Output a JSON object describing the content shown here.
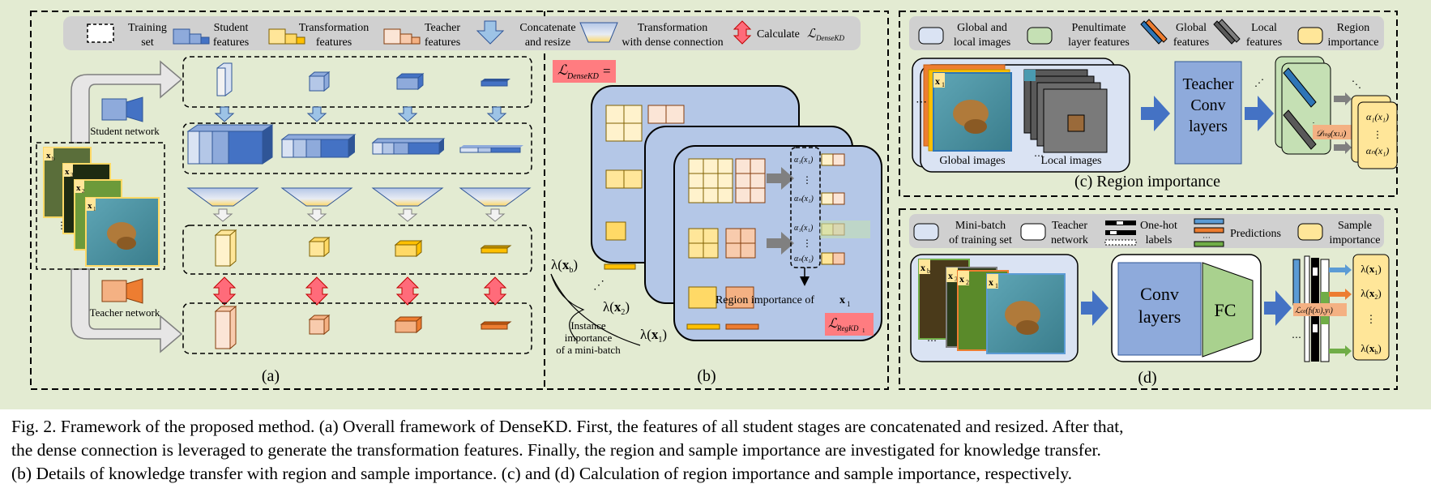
{
  "legend_a": {
    "training_set": "Training set",
    "student_features": "Student features",
    "transformation_features": "Transformation features",
    "teacher_features": "Teacher features",
    "concatenate_resize": "Concatenate and resize",
    "transformation_dense": "Transformation with dense connection",
    "calculate": "Calculate",
    "loss_symbol": "ℒ",
    "loss_sub": "DenseKD"
  },
  "panel_a": {
    "student_network": "Student network",
    "teacher_network": "Teacher network",
    "sample_labels": [
      "x_b",
      "x_3",
      "x_2",
      "x_1"
    ],
    "ellipsis": "⋮",
    "label": "(a)"
  },
  "panel_b": {
    "loss_symbol": "ℒ",
    "loss_sub": "DenseKD",
    "equals": "=",
    "alpha_1": "α₁(x₁)",
    "alpha_n": "αₙ(x₁)",
    "lambda_b": "λ(x_b)",
    "lambda_2": "λ(x₂)",
    "lambda_1": "λ(x₁)",
    "instance_importance": [
      "Instance",
      "importance",
      "of a mini-batch"
    ],
    "region_importance": "Region importance of",
    "region_x": "x₁",
    "regkd_symbol": "ℒ",
    "regkd_sub": "RegKD₁",
    "label": "(b)"
  },
  "panel_c": {
    "legend": {
      "global_local": "Global and local images",
      "penultimate": "Penultimate layer features",
      "global_features": "Global features",
      "local_features": "Local features",
      "region_importance": "Region importance"
    },
    "global_images": "Global images",
    "local_images": "Local images",
    "teacher_conv": [
      "Teacher",
      "Conv",
      "layers"
    ],
    "x1_label": "x₁",
    "d_reg": "𝒟reg(x₁,ᵢ)",
    "alpha_1": "α₁(x₁)",
    "alpha_n": "αₙ(x₁)",
    "label": "(c) Region importance"
  },
  "panel_d": {
    "legend": {
      "mini_batch": "Mini-batch of training set",
      "teacher_network": "Teacher network",
      "one_hot": "One-hot labels",
      "predictions": "Predictions",
      "sample_importance": "Sample importance"
    },
    "conv_layers": [
      "Conv",
      "layers"
    ],
    "fc": "FC",
    "loss_ce": "ℒce(fᵗ(xᵢ),yᵢ)",
    "sample_labels": [
      "x_b",
      "x_3",
      "x_2",
      "x_1"
    ],
    "lambdas": [
      "λ(x₁)",
      "λ(x₂)",
      "⋮",
      "λ(x_b)"
    ],
    "label": "(d)"
  },
  "caption": {
    "line1": "Fig. 2.   Framework of the proposed method. (a) Overall framework of DenseKD. First, the features of all student stages are concatenated and resized. After that,",
    "line2": "the dense connection is leveraged to generate the transformation features. Finally, the region and sample importance are investigated for knowledge transfer.",
    "line3": "(b) Details of knowledge transfer with region and sample importance. (c) and (d) Calculation of region importance and sample importance, respectively."
  },
  "colors": {
    "background": "#e3ebd2",
    "student_blue": "#4472c4",
    "student_light": "#b4c7e7",
    "teacher_orange": "#f4b183",
    "transform_yellow": "#ffd966",
    "arrow_blue": "#4472c4",
    "arrow_red": "#ff6b7a",
    "loss_pink": "#ff7c80",
    "panel_blue": "#b4c7e7",
    "panel_green": "#c5e0b4"
  }
}
